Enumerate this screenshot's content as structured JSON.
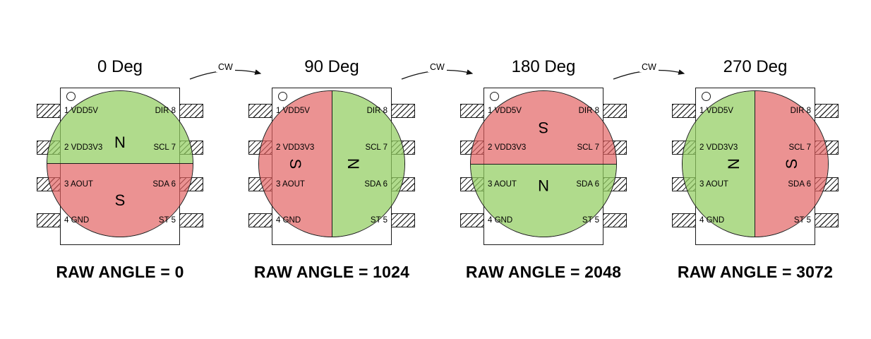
{
  "diagram": {
    "description_title": "",
    "pins": {
      "left": [
        "1 VDD5V",
        "2 VDD3V3",
        "3 AOUT",
        "4 GND"
      ],
      "right": [
        "DIR 8",
        "SCL 7",
        "SDA 6",
        "ST 5"
      ]
    },
    "magnet": {
      "north": "N",
      "south": "S"
    }
  },
  "chips": [
    {
      "title": "0 Deg",
      "angle_deg": 0,
      "raw": "RAW ANGLE = 0"
    },
    {
      "title": "90 Deg",
      "angle_deg": 90,
      "raw": "RAW ANGLE = 1024"
    },
    {
      "title": "180 Deg",
      "angle_deg": 180,
      "raw": "RAW ANGLE = 2048"
    },
    {
      "title": "270 Deg",
      "angle_deg": 270,
      "raw": "RAW ANGLE = 3072"
    }
  ],
  "arrows": [
    {
      "label": "CW"
    },
    {
      "label": "CW"
    },
    {
      "label": "CW"
    }
  ],
  "colors": {
    "north_fill": "#b0db8c",
    "south_fill": "#eb9292",
    "outline": "#1a1a1a",
    "background": "#ffffff"
  }
}
